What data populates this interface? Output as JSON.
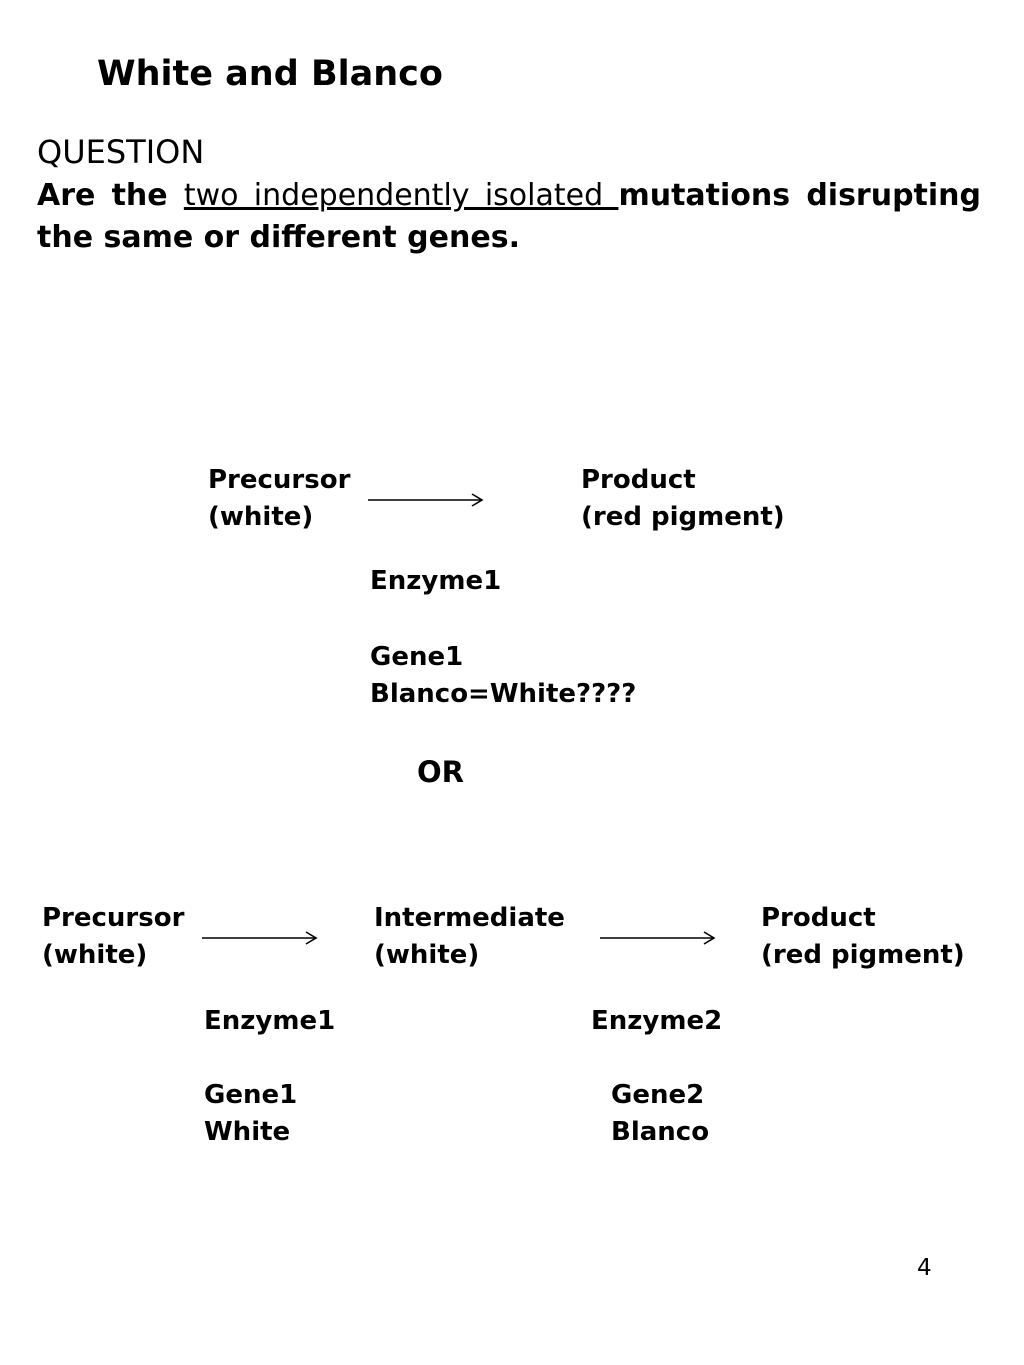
{
  "title": "White and Blanco",
  "question": {
    "heading": "QUESTION",
    "prefix": "Are the ",
    "underlined": "two independently isolated ",
    "suffix": "mutations disrupting the same or different genes."
  },
  "model1": {
    "precursor": "Precursor",
    "precursor_color": "(white)",
    "product": "Product",
    "product_color": "(red pigment)",
    "enzyme": "Enzyme1",
    "gene": "Gene1",
    "gene_note": "Blanco=White????"
  },
  "or_label": "OR",
  "model2": {
    "precursor": "Precursor",
    "precursor_color": "(white)",
    "intermediate": "Intermediate",
    "intermediate_color": "(white)",
    "product": "Product",
    "product_color": "(red pigment)",
    "enzyme1": "Enzyme1",
    "gene1": "Gene1",
    "gene1_name": "White",
    "enzyme2": "Enzyme2",
    "gene2": "Gene2",
    "gene2_name": "Blanco"
  },
  "page_number": "4"
}
